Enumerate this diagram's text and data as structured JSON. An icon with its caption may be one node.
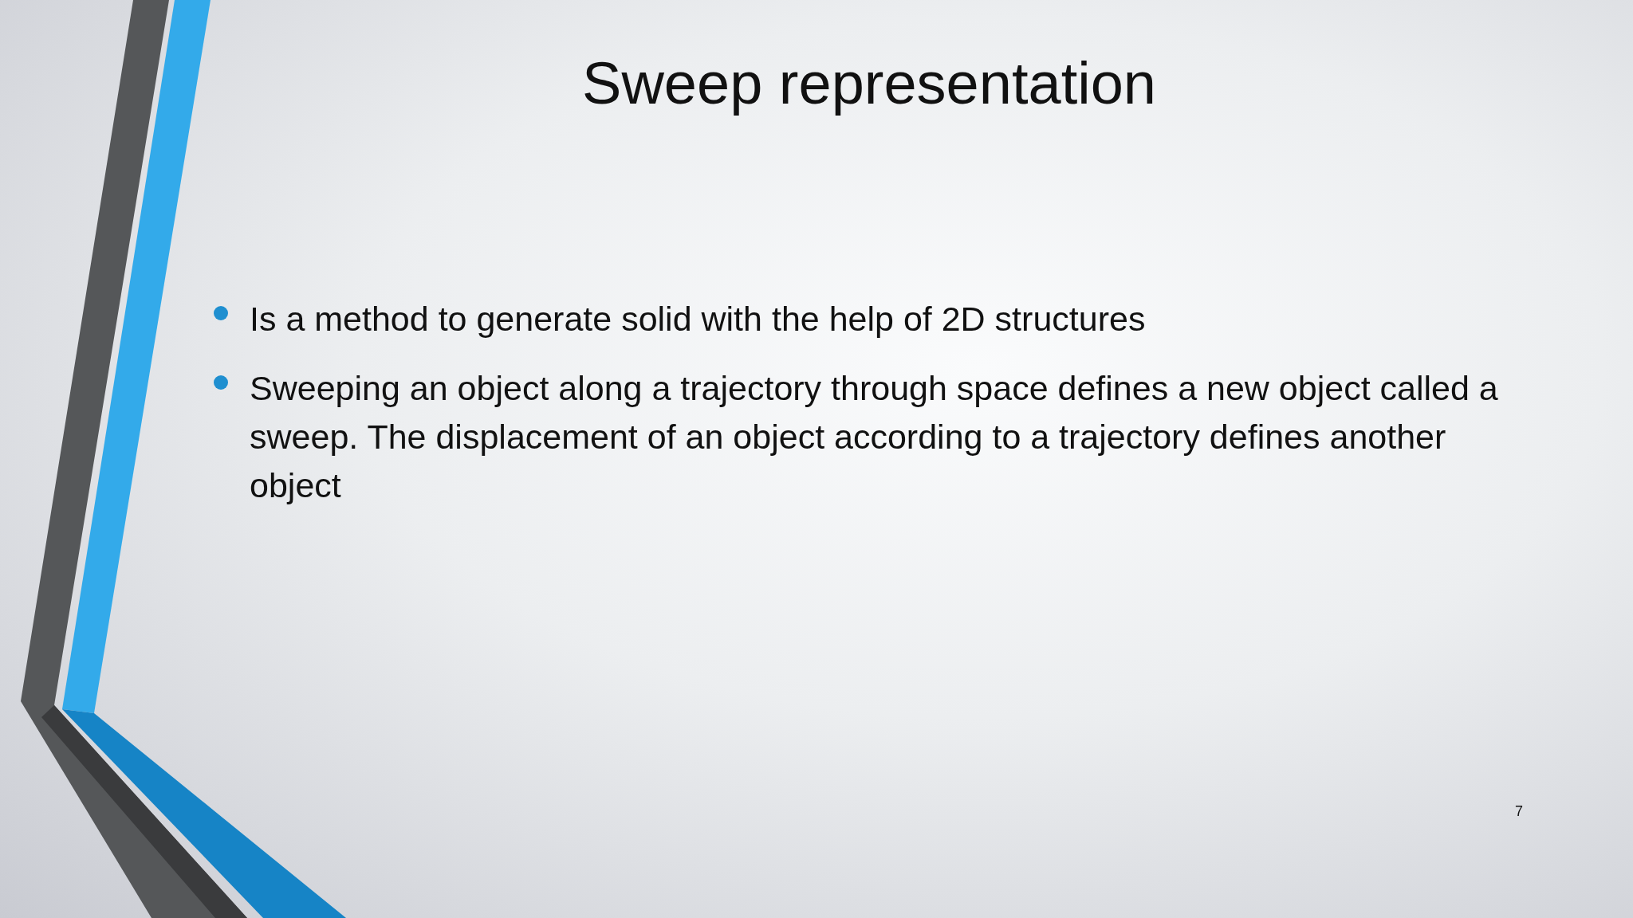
{
  "diagram": {
    "title": "Sweep representation",
    "labels": [
      "Is a method to generate solid with the help of 2D structures",
      "Sweeping an object along a trajectory through space defines a new object called a sweep. The displacement of an object according to a trajectory defines another object",
      "7"
    ]
  }
}
